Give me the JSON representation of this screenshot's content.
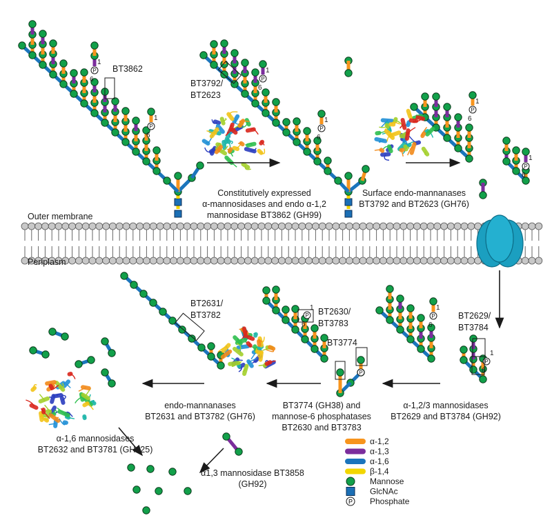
{
  "colors": {
    "alpha12": "#f7941d",
    "alpha13": "#7b2d9c",
    "alpha16": "#1b75bc",
    "beta14": "#f2d600",
    "mannose": "#12a04a",
    "glcnac": "#1b6fb5",
    "membrane": "#c8c8c8",
    "porin": "#1b9fc0"
  },
  "labels": {
    "bt3862": "BT3862",
    "bt3792_line1": "BT3792/",
    "bt3792_line2": "BT2623",
    "step1_line1": "Constitutively expressed",
    "step1_line2": "α-mannosidases and endo α-1,2",
    "step1_line3": "mannosidase BT3862 (GH99)",
    "step2_line1": "Surface endo-mannanases",
    "step2_line2": "BT3792 and BT2623 (GH76)",
    "outer_membrane": "Outer membrane",
    "periplasm": "Periplasm",
    "bt2629_line1": "BT2629/",
    "bt2629_line2": "BT3784",
    "step3_line1": "α-1,2/3 mannosidases",
    "step3_line2": "BT2629 and BT3784 (GH92)",
    "bt2630_line1": "BT2630/",
    "bt2630_line2": "BT3783",
    "bt3774": "BT3774",
    "step4_line1": "BT3774 (GH38) and",
    "step4_line2": "mannose-6 phosphatases",
    "step4_line3": "BT2630 and BT3783",
    "bt2631_line1": "BT2631/",
    "bt2631_line2": "BT3782",
    "step5_line1": "endo-mannanases",
    "step5_line2": "BT2631 and BT3782 (GH76)",
    "step6_line1": "α-1,6 mannosidases",
    "step6_line2": "BT2632 and BT3781 (GH125)",
    "step7_line1": "α1,3 mannosidase BT3858",
    "step7_line2": "(GH92)",
    "phos_sym": "P",
    "num1": "1",
    "num6": "6"
  },
  "legend": [
    {
      "label": "α-1,2",
      "kind": "bar",
      "color_key": "alpha12"
    },
    {
      "label": "α-1,3",
      "kind": "bar",
      "color_key": "alpha13"
    },
    {
      "label": "α-1,6",
      "kind": "bar",
      "color_key": "alpha16"
    },
    {
      "label": "β-1,4",
      "kind": "bar",
      "color_key": "beta14"
    },
    {
      "label": "Mannose",
      "kind": "circle",
      "color_key": "mannose"
    },
    {
      "label": "GlcNAc",
      "kind": "square",
      "color_key": "glcnac"
    },
    {
      "label": "Phosphate",
      "kind": "phosphate",
      "color_key": "mannose"
    }
  ]
}
